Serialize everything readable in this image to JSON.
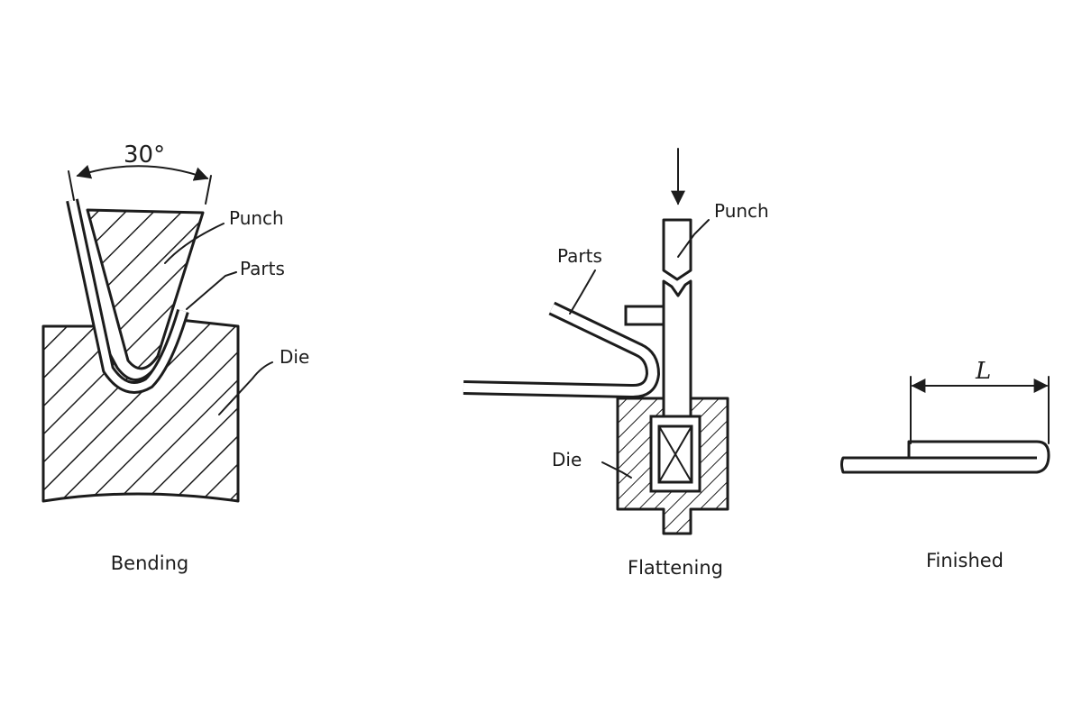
{
  "bending": {
    "angle_label": "30°",
    "punch_label": "Punch",
    "parts_label": "Parts",
    "die_label": "Die",
    "caption": "Bending"
  },
  "flattening": {
    "punch_label": "Punch",
    "parts_label": "Parts",
    "die_label": "Die",
    "caption": "Flattening"
  },
  "finished": {
    "dimension_label": "L",
    "caption": "Finished"
  },
  "colors": {
    "ink": "#1c1c1c",
    "background": "#ffffff"
  }
}
